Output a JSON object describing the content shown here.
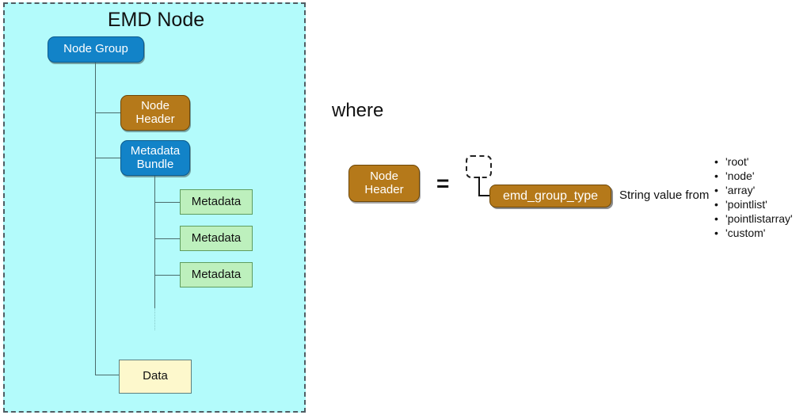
{
  "diagram": {
    "container": {
      "title": "EMD Node",
      "background_color": "#b3fbfb",
      "border_color": "#4f5d63"
    },
    "nodes": {
      "node_group": {
        "label": "Node Group",
        "color": "#1283c8"
      },
      "node_header": {
        "label_line1": "Node",
        "label_line2": "Header",
        "color": "#b5791a"
      },
      "metadata_bundle": {
        "label_line1": "Metadata",
        "label_line2": "Bundle",
        "color": "#1283c8"
      },
      "metadata_1": {
        "label": "Metadata",
        "color": "#bdf0bd"
      },
      "metadata_2": {
        "label": "Metadata",
        "color": "#bdf0bd"
      },
      "metadata_3": {
        "label": "Metadata",
        "color": "#bdf0bd"
      },
      "data": {
        "label": "Data",
        "color": "#fdf8cc"
      }
    }
  },
  "legend": {
    "heading": "where",
    "node_header": {
      "label_line1": "Node",
      "label_line2": "Header",
      "color": "#b5791a"
    },
    "equals": "=",
    "attribute_box": {
      "label": "emd_group_type",
      "color": "#b5791a"
    },
    "description": "String value from",
    "allowed_values": [
      "'root'",
      "'node'",
      "'array'",
      "'pointlist'",
      "'pointlistarray'",
      "'custom'"
    ]
  }
}
